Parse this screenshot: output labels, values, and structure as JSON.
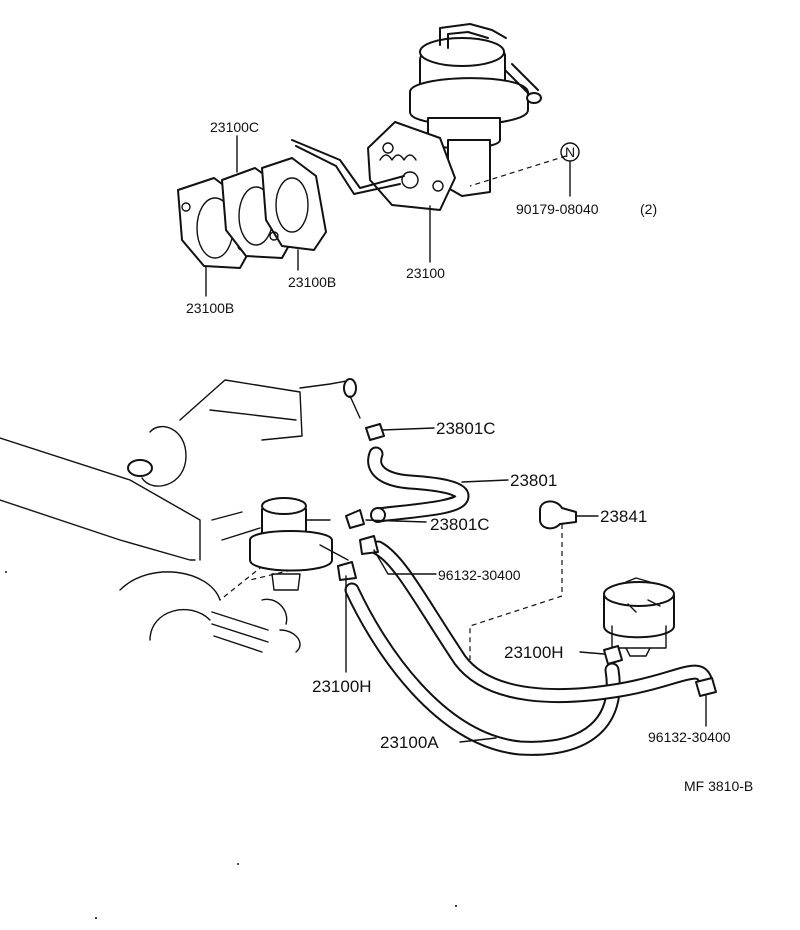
{
  "labels": {
    "gasket_top": "23100C",
    "gasket_mid": "23100B",
    "gasket_low": "23100B",
    "pump": "23100",
    "bolt_marker": "N",
    "bolt_part": "90179-08040",
    "bolt_qty": "(2)",
    "clamp_upper": "23801C",
    "hose_upper": "23801",
    "clamp_mid": "23801C",
    "clip": "23841",
    "clamp_small_a": "96132-30400",
    "clamp_small_b": "96132-30400",
    "clamp_h_right": "23100H",
    "clamp_h_left": "23100H",
    "hose_main": "23100A",
    "diagram_code": "MF 3810-B"
  }
}
